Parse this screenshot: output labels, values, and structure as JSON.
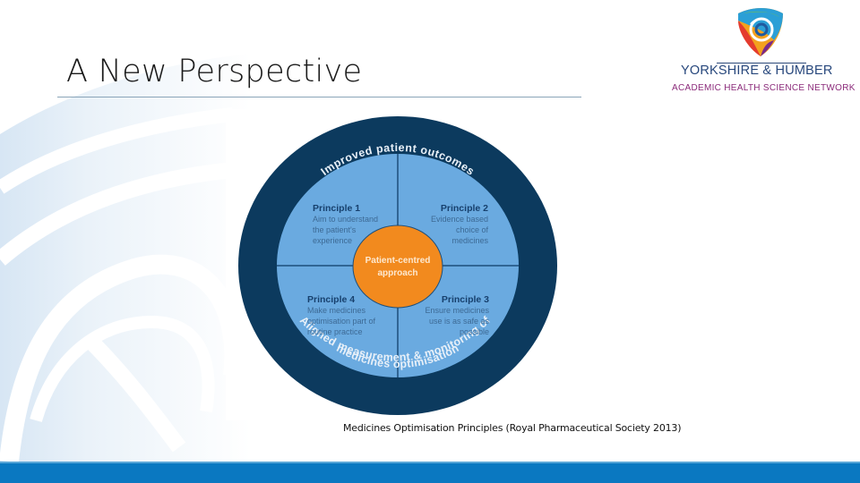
{
  "slide": {
    "title": "A New Perspective",
    "caption": "Medicines Optimisation Principles (Royal Pharmaceutical Society 2013)"
  },
  "logo": {
    "name": "YORKSHIRE & HUMBER",
    "subtitle": "ACADEMIC HEALTH SCIENCE NETWORK",
    "icon": "rainbow-rose-shield-icon"
  },
  "diagram": {
    "outer_top_label": "Improved patient outcomes",
    "outer_bottom_label_line1": "Aligned measurement & monitoring of",
    "outer_bottom_label_line2": "medicines optimisation",
    "center_line1": "Patient-centred",
    "center_line2": "approach",
    "principles": [
      {
        "title": "Principle 1",
        "lines": [
          "Aim to understand",
          "the patient's",
          "experience"
        ]
      },
      {
        "title": "Principle 2",
        "lines": [
          "Evidence based",
          "choice of",
          "medicines"
        ]
      },
      {
        "title": "Principle 3",
        "lines": [
          "Ensure medicines",
          "use is as safe as",
          "possible"
        ]
      },
      {
        "title": "Principle 4",
        "lines": [
          "Make medicines",
          "optimisation part of",
          "routine practice"
        ]
      }
    ],
    "colors": {
      "outer_ring": "#0c3a5e",
      "quadrants": "#6aaae0",
      "center": "#f28a1e",
      "principle_title": "#17406d",
      "principle_text": "#3d6a95"
    }
  },
  "theme": {
    "footer_bar": "#0a78c1"
  }
}
